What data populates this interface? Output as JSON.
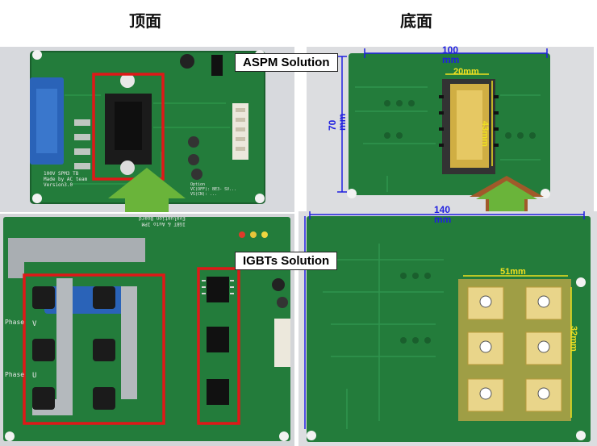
{
  "headings": {
    "top_side": "顶面",
    "bottom_side": "底面"
  },
  "labels": {
    "aspm": "ASPM Solution",
    "igbts": "IGBTs Solution"
  },
  "dimensions": {
    "aspm_width": "100mm",
    "aspm_height": "70mm",
    "aspm_module_width": "20mm",
    "aspm_module_height": "43mm",
    "igbt_width": "140mm",
    "igbt_group_width": "51mm",
    "igbt_group_height": "32mm"
  },
  "board_text": {
    "aspm_silk": "100V SPM3 TB\nMade by AC team\nVersion3.0",
    "aspm_option": "Option\nVC(OFF): BE3- SV...\nVS(CN): ...",
    "igbt_silk": "IGBT & Auto IPM\nEvaluation Board",
    "igbt_phase_v": "V",
    "igbt_phase_u": "U",
    "igbt_phase_label": "Phase"
  },
  "colors": {
    "pcb_green": "#1f7a3a",
    "highlight_red": "#e01818",
    "arrow_green": "#6ab43a",
    "dim_blue": "#1e1ee0",
    "dim_yellow": "#f0e020"
  }
}
